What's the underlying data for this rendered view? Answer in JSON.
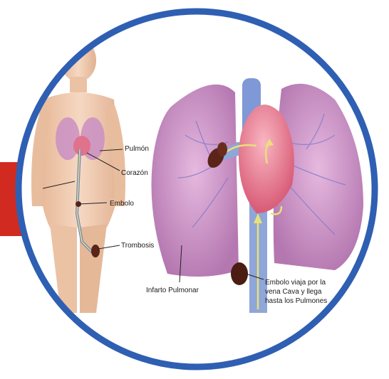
{
  "colors": {
    "ring": "#2f5fb3",
    "accent_bar": "#d12a20",
    "lung": "#c58cc0",
    "heart": "#e9788f",
    "vein": "#8fa6d8",
    "clot": "#5a2418",
    "path_arrow": "#e8e07a",
    "skin": "#eec9ac"
  },
  "labels": {
    "pulmon": "Pulmón",
    "corazon": "Corazón",
    "embolo": "Embolo",
    "trombosis": "Trombosis",
    "infarto": "Infarto Pulmonar",
    "viaja_line1": "Embolo viaja por la",
    "viaja_line2": "vena Cava y llega",
    "viaja_line3": "hasta los Pulmones"
  },
  "icons": [
    "body-figure-icon",
    "lungs-icon",
    "heart-icon",
    "clot-icon"
  ]
}
